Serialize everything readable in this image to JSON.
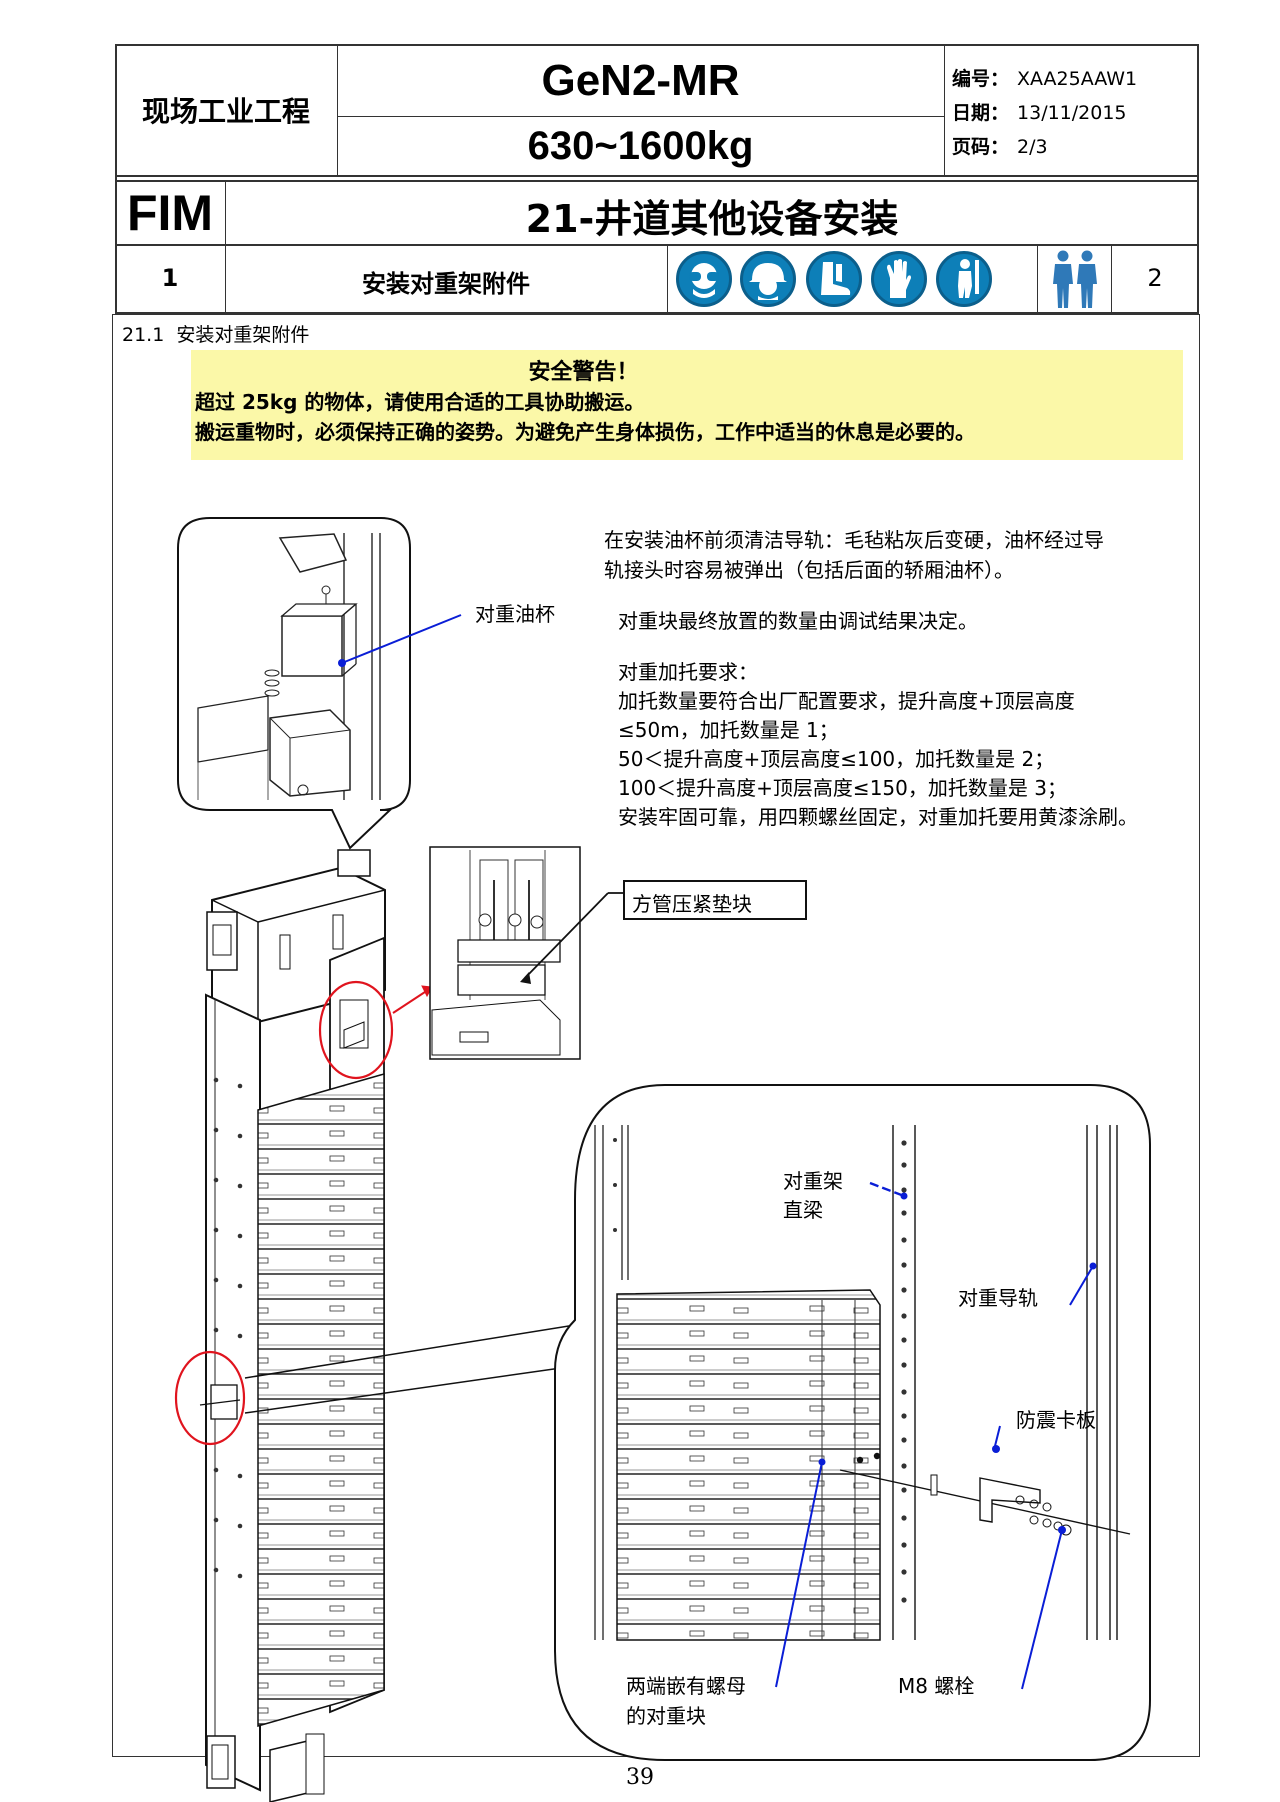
{
  "header": {
    "company": "现场工业工程",
    "product": "GeN2-MR",
    "load_range": "630~1600kg",
    "meta": [
      {
        "label": "编号：",
        "value": "XAA25AAW1"
      },
      {
        "label": "日期：",
        "value": "13/11/2015"
      },
      {
        "label": "页码：",
        "value": "2/3"
      }
    ],
    "doc_type": "FIM",
    "chapter_title": "21-井道其他设备安装",
    "step_number": "1",
    "step_title": "安装对重架附件",
    "persons": "2",
    "ppe_icons": [
      "goggles-icon",
      "helmet-icon",
      "safety-boots-icon",
      "gloves-icon",
      "harness-icon"
    ],
    "colors": {
      "ppe_blue": "#0d7fb8",
      "warning_bg": "#fbf8a8",
      "highlight_red": "#e0141e",
      "callout_blue": "#0a1ed6"
    }
  },
  "section": {
    "heading": "21.1  安装对重架附件"
  },
  "warning": {
    "title": "安全警告！",
    "line1": "超过 25kg 的物体，请使用合适的工具协助搬运。",
    "line2": "搬运重物时，必须保持正确的姿势。为避免产生身体损伤，工作中适当的休息是必要的。"
  },
  "notes": {
    "p1_l1": "在安装油杯前须清洁导轨：毛毡粘灰后变硬，油杯经过导",
    "p1_l2": "轨接头时容易被弹出（包括后面的轿厢油杯）。",
    "p2": "对重块最终放置的数量由调试结果决定。",
    "p3_title": "对重加托要求：",
    "p3_l1": "加托数量要符合出厂配置要求，提升高度+顶层高度",
    "p3_l2": "≤50m，加托数量是 1；",
    "p3_l3": "50＜提升高度+顶层高度≤100，加托数量是 2；",
    "p3_l4": "100＜提升高度+顶层高度≤150，加托数量是 3；",
    "p3_l5": "安装牢固可靠，用四颗螺丝固定，对重加托要用黄漆涂刷。"
  },
  "callouts": {
    "oil_cup": "对重油杯",
    "square_tube_pad": "方管压紧垫块",
    "frame_beam_l1": "对重架",
    "frame_beam_l2": "直梁",
    "guide_rail": "对重导轨",
    "anti_seismic_plate": "防震卡板",
    "weight_block_l1": "两端嵌有螺母",
    "weight_block_l2": "的对重块",
    "m8_bolt": "M8 螺栓"
  },
  "footer": {
    "page_number": "39"
  }
}
